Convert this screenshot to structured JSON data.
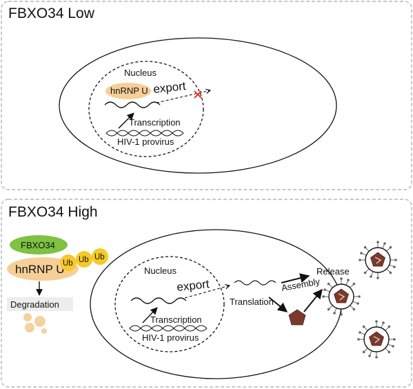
{
  "panels": [
    {
      "title": "FBXO34 Low",
      "nucleus_label": "Nucleus",
      "hnrnp_label": "hnRNP U",
      "export_label": "export",
      "transcription_label": "Transcription",
      "provirus_label": "HIV-1 provirus"
    },
    {
      "title": "FBXO34 High",
      "nucleus_label": "Nucleus",
      "export_label": "export",
      "transcription_label": "Transcription",
      "provirus_label": "HIV-1 provirus",
      "translation_label": "Translation",
      "assembly_label": "Assembly",
      "release_label": "Release",
      "fbxo34_label": "FBXO34",
      "hnrnp_label": "hnRNP U",
      "ub_labels": [
        "Ub",
        "Ub",
        "Ub"
      ],
      "degradation_label": "Degradation"
    }
  ],
  "colors": {
    "hnrnp_fill": "#f6cf97",
    "fbxo34_fill": "#7dc241",
    "ub_fill": "#f7c928",
    "block_cross": "#e0392b",
    "virus_core": "#7b3a2c",
    "degradation_dots": "#f3d29e",
    "degradation_bg": "#ededed",
    "panel_border": "#b5b5b5"
  }
}
